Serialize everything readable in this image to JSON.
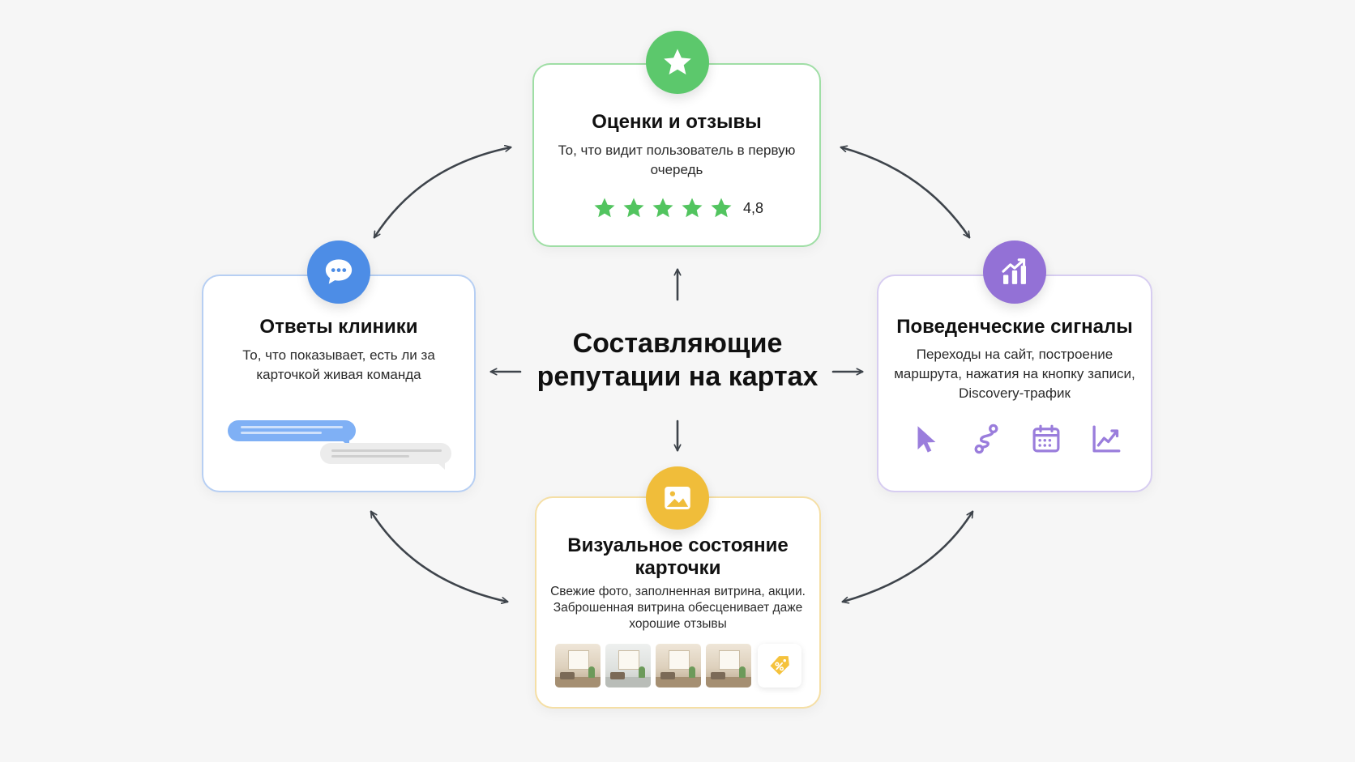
{
  "center": {
    "title": "Составляющие репутации на картах"
  },
  "cards": {
    "reviews": {
      "title": "Оценки и отзывы",
      "description": "То, что видит пользователь в первую очередь",
      "rating": "4,8",
      "stars": 5,
      "icon": "star-icon",
      "color": "#5cc86c"
    },
    "clinic_replies": {
      "title": "Ответы клиники",
      "description": "То, что показывает, есть ли за карточкой живая команда",
      "icon": "chat-bubble-icon",
      "color": "#4d8de6"
    },
    "behavioral": {
      "title": "Поведенческие сигналы",
      "description": "Переходы на сайт, построение маршрута, нажатия на кнопку записи, Discovery-трафик",
      "icon": "growth-chart-icon",
      "icons": [
        "cursor-icon",
        "route-icon",
        "calendar-icon",
        "line-chart-icon"
      ],
      "color": "#9371d6"
    },
    "visual": {
      "title": "Визуальное состояние карточки",
      "description": "Свежие фото, заполненная витрина, акции. Заброшенная витрина обесценивает даже хорошие отзывы",
      "icon": "image-icon",
      "extra_icon": "discount-tag-icon",
      "color": "#f0bd3a"
    }
  }
}
